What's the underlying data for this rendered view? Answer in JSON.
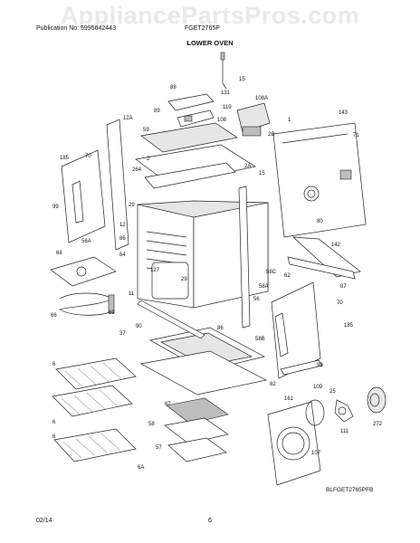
{
  "watermark": "AppliancePartsPros.com",
  "header": {
    "publication": "Publication No: 5995642443",
    "model": "FGET2765P",
    "section_title": "LOWER OVEN"
  },
  "diagram": {
    "drawing_code": "BLFGET2765PFB",
    "part_labels": [
      "15",
      "88",
      "131",
      "119",
      "108A",
      "89",
      "108",
      "143",
      "12A",
      "1",
      "59",
      "2B",
      "71",
      "185",
      "70",
      "2",
      "264",
      "2A",
      "15",
      "29",
      "99",
      "12",
      "80",
      "142",
      "56A",
      "86",
      "64",
      "62",
      "68",
      "127",
      "29",
      "58C",
      "87",
      "11",
      "69",
      "58A",
      "56",
      "70",
      "66",
      "90",
      "86",
      "37",
      "185",
      "58B",
      "99",
      "6",
      "82",
      "109",
      "161",
      "6",
      "67",
      "58",
      "25",
      "272",
      "111",
      "57",
      "6",
      "6A",
      "107"
    ]
  },
  "footer": {
    "date": "02/14",
    "page": "6"
  }
}
